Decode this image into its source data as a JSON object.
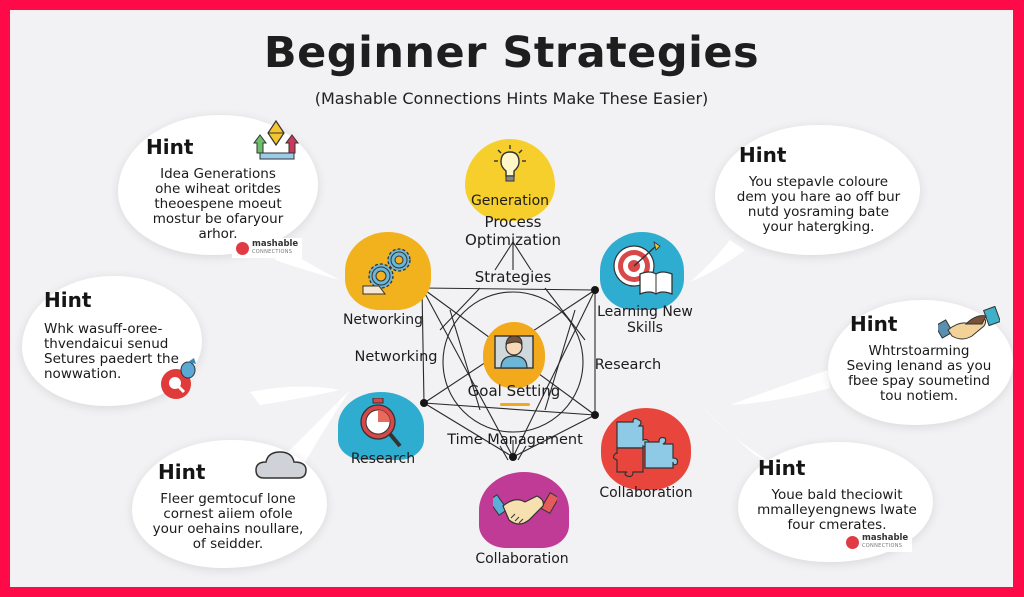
{
  "header": {
    "title": "Beginner Strategies",
    "subtitle": "(Mashable Connections Hints Make These Easier)"
  },
  "colors": {
    "frame": "#ff0a48",
    "background": "#f2f1f3",
    "yellow": "#f6cf2c",
    "orange": "#f2b21e",
    "teal": "#2fadd0",
    "red": "#e8463c",
    "magenta": "#c03b95",
    "bubble": "#ffffff"
  },
  "hints": [
    {
      "title": "Hint",
      "body": "Idea Generations\nohe wiheat oritdes\ntheoespene moeut\nmostur be ofaryour\narhor.",
      "icon": "kite-arrows-icon",
      "logo": {
        "main": "mashable",
        "sub": "CONNECTIONS"
      }
    },
    {
      "title": "Hint",
      "body": "You stepavle coloure\ndem you hare ao off bur\nnutd yosraming bate\nyour hatergking.",
      "icon": null
    },
    {
      "title": "Hint",
      "body": "Whk wasuff-oree-\nthvendaicui senud\nSetures paedert the\nnowwation.",
      "icon": "magnifier-badge-icon"
    },
    {
      "title": "Hint",
      "body": "Whtrstoarming\nSeving lenand as you\nfbee spay soumetind\ntou notiem.",
      "icon": "handshake-icon"
    },
    {
      "title": "Hint",
      "body": "Fleer gemtocuf lone\ncornest aiiem ofole\nyour oehains noullare,\nof seidder.",
      "icon": "cloud-icon"
    },
    {
      "title": "Hint",
      "body": "Youe bald theciowit\nmmalleyengnews lwate\nfour cmerates.",
      "icon": null,
      "logo": {
        "main": "mashable",
        "sub": "CONNECTIONS"
      }
    }
  ],
  "nodes": {
    "generation": {
      "label": "Generation",
      "icon": "lightbulb-icon"
    },
    "networking": {
      "label": "Networking",
      "icon": "gears-icon"
    },
    "learning": {
      "label": "Learning New\nSkills",
      "icon": "target-book-icon"
    },
    "goal": {
      "label": "Goal Setting",
      "icon": "person-monitor-icon"
    },
    "research": {
      "label": "Research",
      "icon": "stopwatch-magnifier-icon"
    },
    "collab_puzzle": {
      "label": "Collaboration",
      "icon": "puzzle-icon"
    },
    "collab_handshake": {
      "label": "Collaboration",
      "icon": "handshake-icon"
    }
  },
  "center_labels": {
    "process": "Process\nOptimization",
    "strategies": "Strategies",
    "networking": "Networking",
    "research": "Research",
    "time": "Time Management"
  }
}
